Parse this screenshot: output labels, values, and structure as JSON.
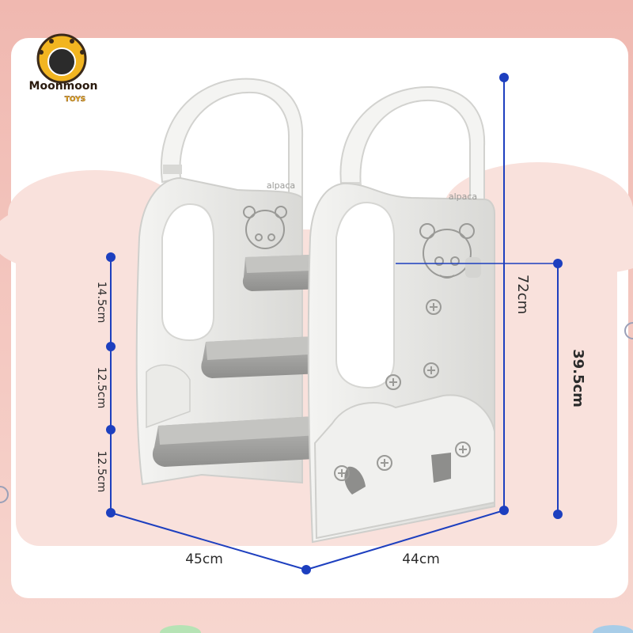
{
  "brand": {
    "name": "Moonmoon",
    "sub": "TOYS"
  },
  "product": {
    "side_print": "alpaca"
  },
  "dimensions": {
    "total_height": "72cm",
    "platform_height": "39.5cm",
    "step_gap_top": "14.5cm",
    "step_gap_middle": "12.5cm",
    "step_gap_bottom": "12.5cm",
    "depth": "45cm",
    "width": "44cm"
  },
  "colors": {
    "background_pink": "#f5ccc4",
    "card_white": "#ffffff",
    "stool_body": "#eeeeec",
    "stool_shade": "#b9b9b6",
    "step_grey": "#a3a3a1",
    "dimension_blue": "#1d3fbf",
    "badge_gold": "#f2b521"
  }
}
